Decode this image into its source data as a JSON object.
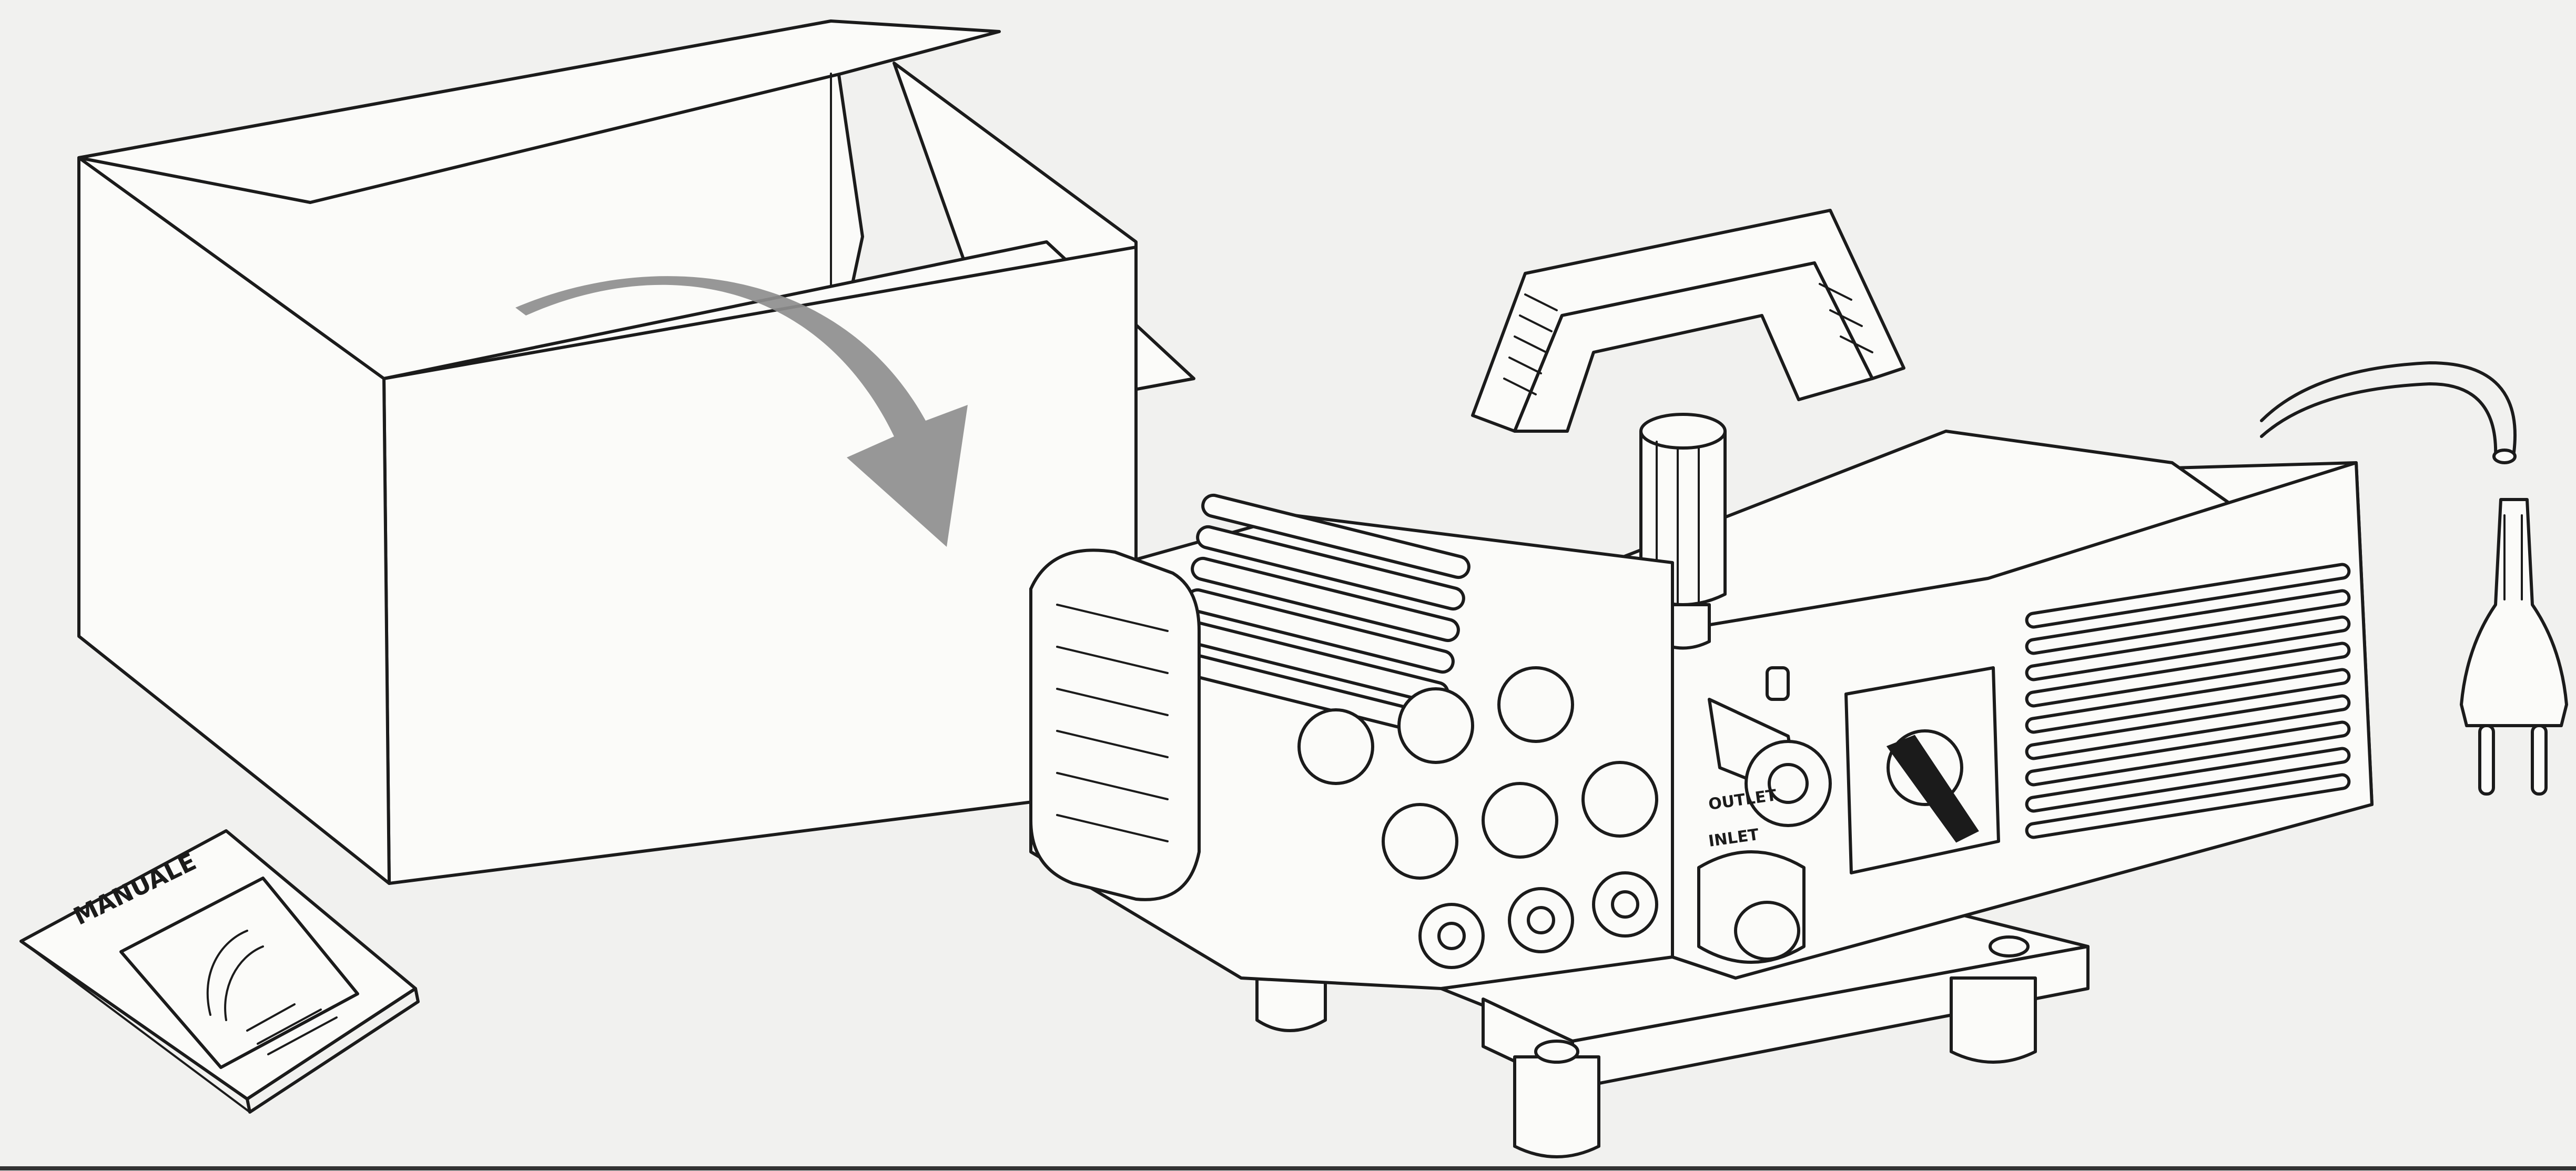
{
  "manual": {
    "title": "MANUALE"
  },
  "machine": {
    "label_outlet": "OUTLET",
    "label_inlet": "INLET"
  },
  "colors": {
    "line": "#1b1b1b",
    "paper": "#fbfbf9",
    "background": "#f1f1ef",
    "arrow": "#8e8e8e"
  }
}
